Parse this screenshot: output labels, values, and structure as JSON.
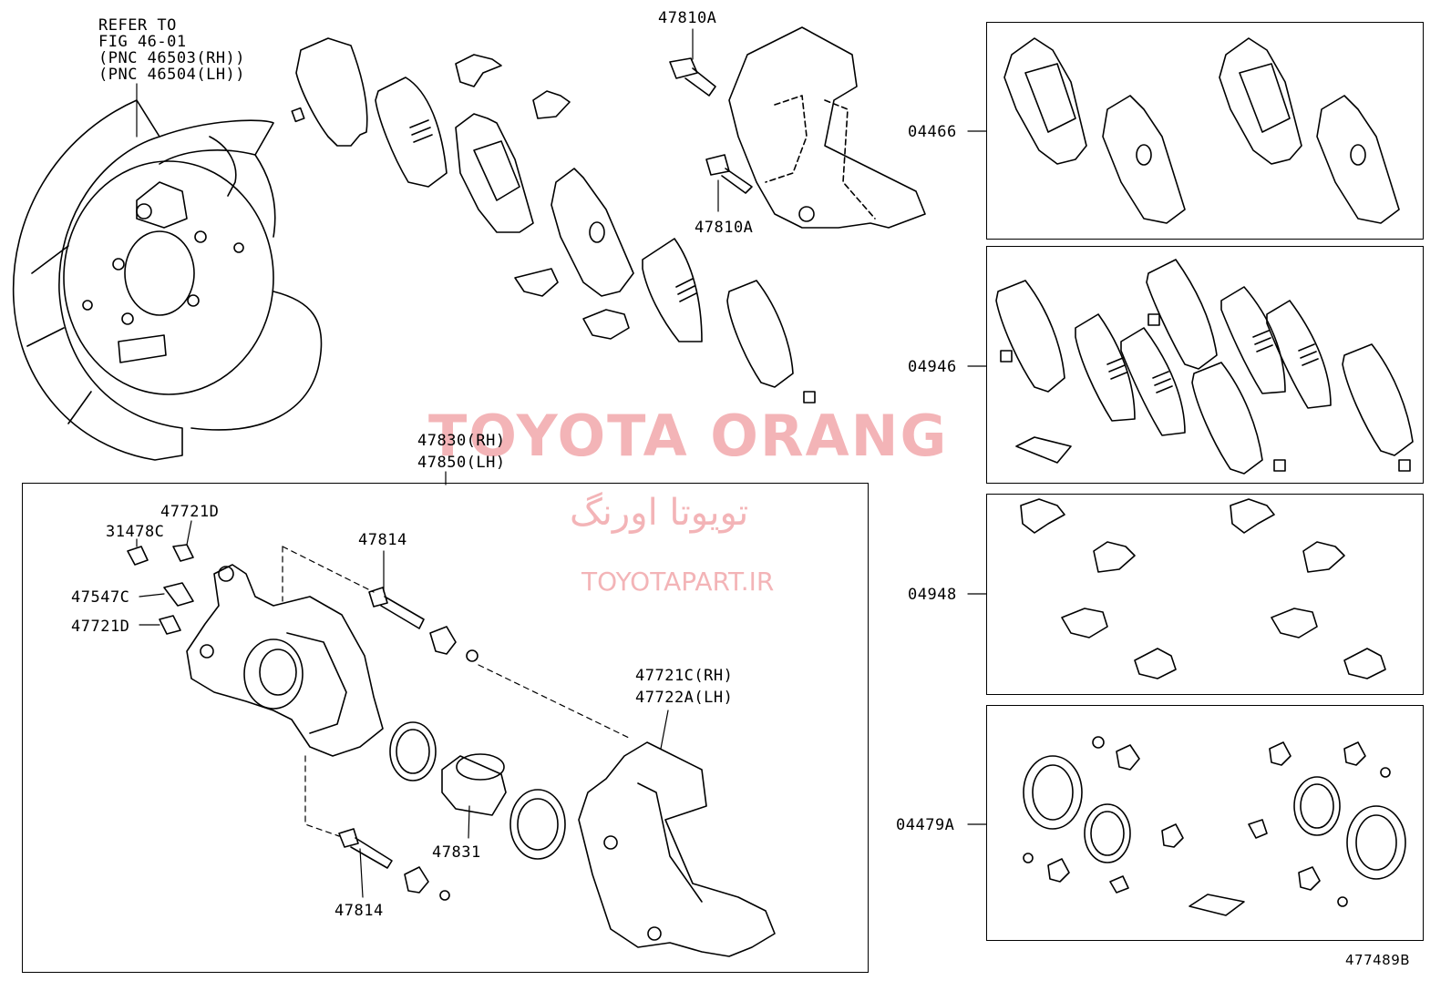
{
  "notes": {
    "refer_line1": "REFER TO",
    "refer_line2": "FIG 46-01",
    "refer_line3": "(PNC 46503(RH))",
    "refer_line4": "(PNC 46504(LH))"
  },
  "labels": {
    "p47810A_top": "47810A",
    "p47810A_bottom": "47810A",
    "p47830": "47830(RH)",
    "p47850": "47850(LH)",
    "p47721D_top": "47721D",
    "p31478C": "31478C",
    "p47547C": "47547C",
    "p47721D_left": "47721D",
    "p47814_top": "47814",
    "p47814_bottom": "47814",
    "p47831": "47831",
    "p47721C": "47721C(RH)",
    "p47722A": "47722A(LH)",
    "kit04466": "04466",
    "kit04946": "04946",
    "kit04948": "04948",
    "kit04479A": "04479A",
    "figure_id": "477489B"
  },
  "watermark": {
    "title": "TOYOTA ORANG",
    "persian": "تویوتا اورنگ",
    "site": "TOYOTAPART.IR",
    "color": "#f2a7ab"
  }
}
